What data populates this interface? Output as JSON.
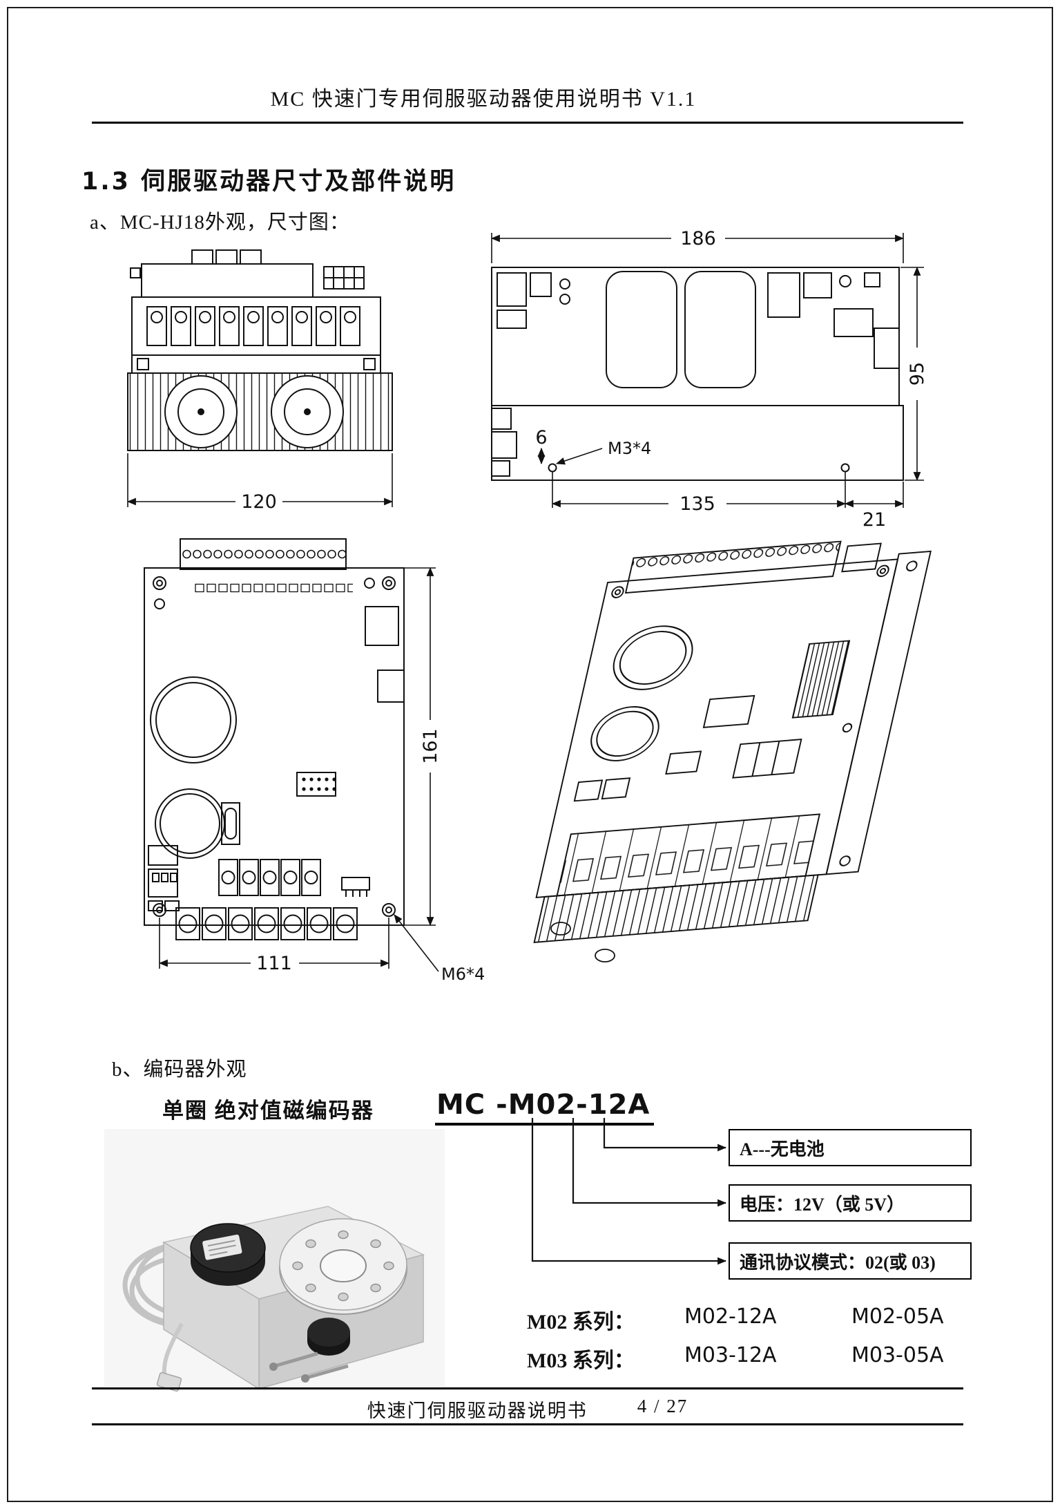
{
  "header": {
    "title": "MC 快速门专用伺服驱动器使用说明书 V1.1"
  },
  "section": {
    "title": "1.3 伺服驱动器尺寸及部件说明",
    "item_a_label": "a、MC-HJ18外观，尺寸图：",
    "item_b_label": "b、编码器外观"
  },
  "front_view": {
    "dim_width": "120"
  },
  "top_view": {
    "dim_width": "186",
    "dim_depth": "95",
    "dim_hole_offset": "6",
    "screw_spec": "M3*4",
    "dim_hole_span": "135",
    "dim_hole_edge": "21"
  },
  "pcb_view": {
    "dim_height": "161",
    "dim_hole_span": "111",
    "screw_spec": "M6*4"
  },
  "encoder": {
    "caption": "单圈 绝对值磁编码器",
    "model": "MC -M02-12A",
    "callouts": [
      {
        "text": "A---无电池"
      },
      {
        "text": "电压：12V（或 5V）"
      },
      {
        "text": "通讯协议模式：02(或 03)"
      }
    ],
    "series": [
      {
        "label": "M02 系列：",
        "item1": "M02-12A",
        "item2": "M02-05A"
      },
      {
        "label": "M03 系列：",
        "item1": "M03-12A",
        "item2": "M03-05A"
      }
    ]
  },
  "footer": {
    "title": "快速门伺服驱动器说明书",
    "page_number": "4 / 27"
  }
}
